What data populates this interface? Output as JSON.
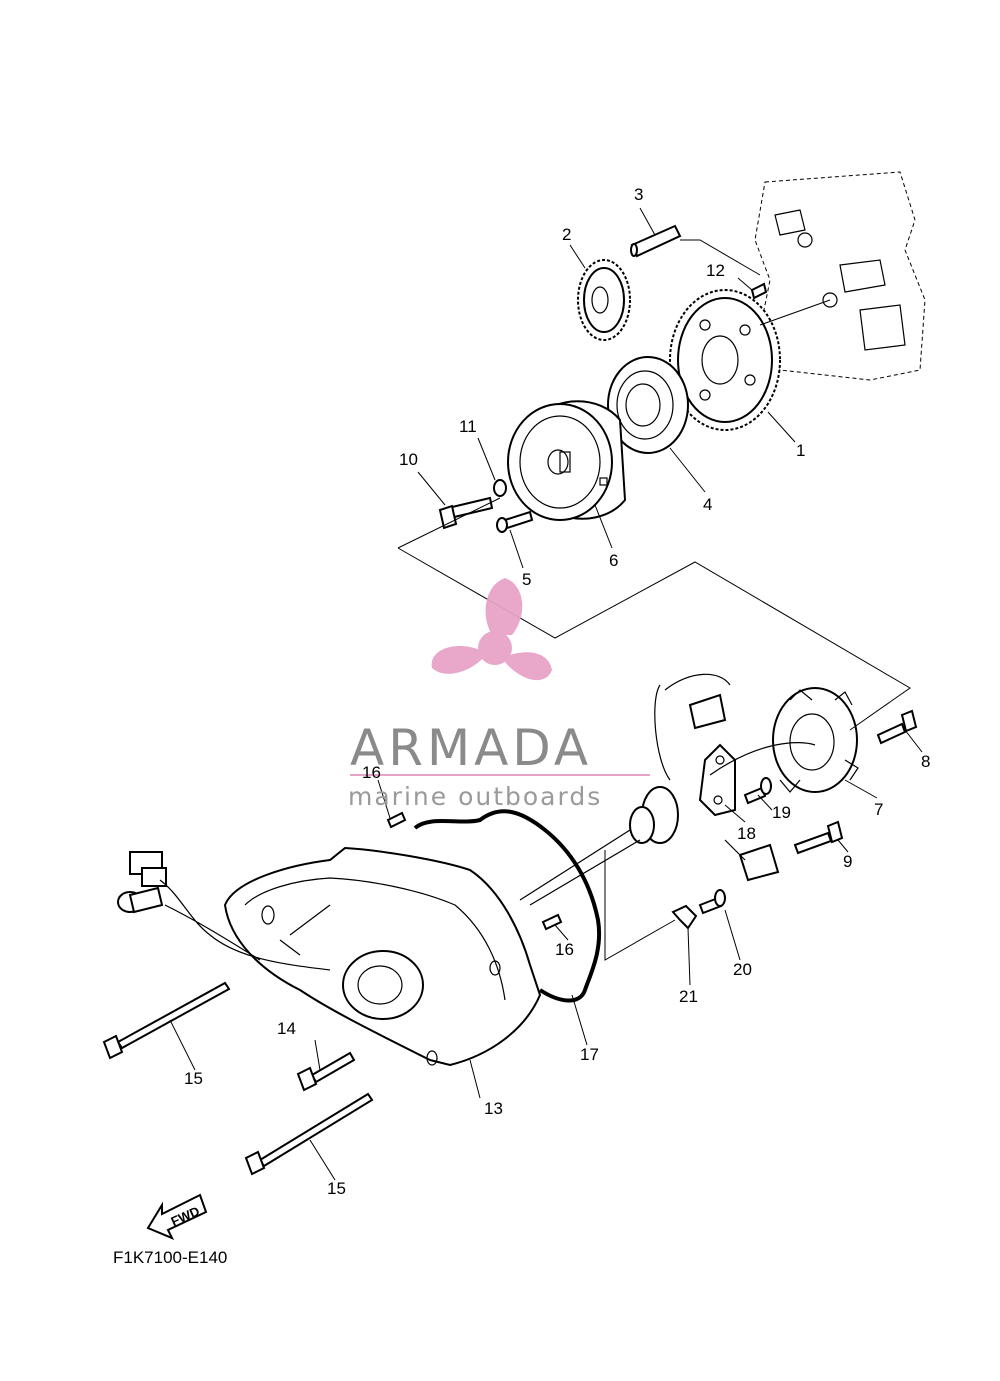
{
  "diagram": {
    "code": "F1K7100-E140",
    "fwd_label": "FWD",
    "callouts": {
      "p1": "1",
      "p2": "2",
      "p3": "3",
      "p4": "4",
      "p5": "5",
      "p6": "6",
      "p7": "7",
      "p8": "8",
      "p9": "9",
      "p10": "10",
      "p11": "11",
      "p12": "12",
      "p13": "13",
      "p14": "14",
      "p15a": "15",
      "p15b": "15",
      "p16a": "16",
      "p16b": "16",
      "p17": "17",
      "p18": "18",
      "p19": "19",
      "p20": "20",
      "p21": "21"
    }
  },
  "watermark": {
    "brand": "ARMADA",
    "tagline": "marine outboards",
    "logo_color": "#e8a3c8",
    "text_color": "#8a8a8a"
  }
}
